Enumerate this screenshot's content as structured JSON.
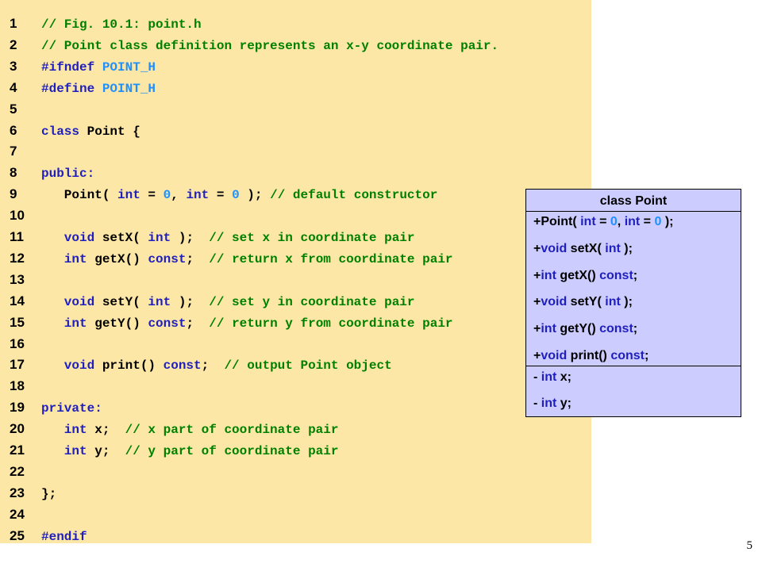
{
  "code_lines": [
    {
      "no": "1",
      "tokens": [
        {
          "t": "// Fig. 10.1: point.h",
          "c": "cm"
        }
      ]
    },
    {
      "no": "2",
      "tokens": [
        {
          "t": "// Point class definition represents an x-y coordinate pair.",
          "c": "cm"
        }
      ]
    },
    {
      "no": "3",
      "tokens": [
        {
          "t": "#ifndef ",
          "c": "kw"
        },
        {
          "t": "POINT_H",
          "c": "pp"
        }
      ]
    },
    {
      "no": "4",
      "tokens": [
        {
          "t": "#define ",
          "c": "kw"
        },
        {
          "t": "POINT_H",
          "c": "pp"
        }
      ]
    },
    {
      "no": "5",
      "tokens": []
    },
    {
      "no": "6",
      "tokens": [
        {
          "t": "class ",
          "c": "kw"
        },
        {
          "t": "Point {",
          "c": "id"
        }
      ]
    },
    {
      "no": "7",
      "tokens": []
    },
    {
      "no": "8",
      "tokens": [
        {
          "t": "public:",
          "c": "kw"
        }
      ]
    },
    {
      "no": "9",
      "tokens": [
        {
          "t": "   Point( ",
          "c": "id"
        },
        {
          "t": "int",
          "c": "kw"
        },
        {
          "t": " = ",
          "c": "id"
        },
        {
          "t": "0",
          "c": "num"
        },
        {
          "t": ", ",
          "c": "id"
        },
        {
          "t": "int",
          "c": "kw"
        },
        {
          "t": " = ",
          "c": "id"
        },
        {
          "t": "0",
          "c": "num"
        },
        {
          "t": " ); ",
          "c": "id"
        },
        {
          "t": "// default constructor",
          "c": "cm"
        }
      ]
    },
    {
      "no": "10",
      "tokens": []
    },
    {
      "no": "11",
      "tokens": [
        {
          "t": "   void ",
          "c": "kw"
        },
        {
          "t": "setX( ",
          "c": "id"
        },
        {
          "t": "int",
          "c": "kw"
        },
        {
          "t": " );  ",
          "c": "id"
        },
        {
          "t": "// set x in coordinate pair",
          "c": "cm"
        }
      ]
    },
    {
      "no": "12",
      "tokens": [
        {
          "t": "   int ",
          "c": "kw"
        },
        {
          "t": "getX() ",
          "c": "id"
        },
        {
          "t": "const",
          "c": "kw"
        },
        {
          "t": ";  ",
          "c": "id"
        },
        {
          "t": "// return x from coordinate pair",
          "c": "cm"
        }
      ]
    },
    {
      "no": "13",
      "tokens": []
    },
    {
      "no": "14",
      "tokens": [
        {
          "t": "   void ",
          "c": "kw"
        },
        {
          "t": "setY( ",
          "c": "id"
        },
        {
          "t": "int",
          "c": "kw"
        },
        {
          "t": " );  ",
          "c": "id"
        },
        {
          "t": "// set y in coordinate pair",
          "c": "cm"
        }
      ]
    },
    {
      "no": "15",
      "tokens": [
        {
          "t": "   int ",
          "c": "kw"
        },
        {
          "t": "getY() ",
          "c": "id"
        },
        {
          "t": "const",
          "c": "kw"
        },
        {
          "t": ";  ",
          "c": "id"
        },
        {
          "t": "// return y from coordinate pair",
          "c": "cm"
        }
      ]
    },
    {
      "no": "16",
      "tokens": []
    },
    {
      "no": "17",
      "tokens": [
        {
          "t": "   void ",
          "c": "kw"
        },
        {
          "t": "print() ",
          "c": "id"
        },
        {
          "t": "const",
          "c": "kw"
        },
        {
          "t": ";  ",
          "c": "id"
        },
        {
          "t": "// output Point object",
          "c": "cm"
        }
      ]
    },
    {
      "no": "18",
      "tokens": []
    },
    {
      "no": "19",
      "tokens": [
        {
          "t": "private:",
          "c": "kw"
        }
      ]
    },
    {
      "no": "20",
      "tokens": [
        {
          "t": "   int ",
          "c": "kw"
        },
        {
          "t": "x;  ",
          "c": "id"
        },
        {
          "t": "// x part of coordinate pair",
          "c": "cm"
        }
      ]
    },
    {
      "no": "21",
      "tokens": [
        {
          "t": "   int ",
          "c": "kw"
        },
        {
          "t": "y;  ",
          "c": "id"
        },
        {
          "t": "// y part of coordinate pair",
          "c": "cm"
        }
      ]
    },
    {
      "no": "22",
      "tokens": []
    },
    {
      "no": "23",
      "tokens": [
        {
          "t": "};",
          "c": "id"
        }
      ]
    },
    {
      "no": "24",
      "tokens": []
    },
    {
      "no": "25",
      "tokens": [
        {
          "t": "#endif",
          "c": "kw"
        }
      ]
    }
  ],
  "uml": {
    "title": "class Point",
    "operations": [
      [
        {
          "t": "+Point( ",
          "c": "b"
        },
        {
          "t": "int",
          "c": "u"
        },
        {
          "t": " = ",
          "c": "b"
        },
        {
          "t": "0",
          "c": "n"
        },
        {
          "t": ", ",
          "c": "b"
        },
        {
          "t": "int",
          "c": "u"
        },
        {
          "t": " = ",
          "c": "b"
        },
        {
          "t": "0",
          "c": "n"
        },
        {
          "t": " );",
          "c": "b"
        }
      ],
      [
        {
          "t": "+",
          "c": "b"
        },
        {
          "t": "void",
          "c": "u"
        },
        {
          "t": " setX( ",
          "c": "b"
        },
        {
          "t": "int",
          "c": "u"
        },
        {
          "t": " );",
          "c": "b"
        }
      ],
      [
        {
          "t": "+",
          "c": "b"
        },
        {
          "t": "int",
          "c": "u"
        },
        {
          "t": " getX() ",
          "c": "b"
        },
        {
          "t": "const",
          "c": "u"
        },
        {
          "t": ";",
          "c": "b"
        }
      ],
      [
        {
          "t": "+",
          "c": "b"
        },
        {
          "t": "void",
          "c": "u"
        },
        {
          "t": " setY( ",
          "c": "b"
        },
        {
          "t": "int",
          "c": "u"
        },
        {
          "t": " );",
          "c": "b"
        }
      ],
      [
        {
          "t": "+",
          "c": "b"
        },
        {
          "t": "int",
          "c": "u"
        },
        {
          "t": " getY() ",
          "c": "b"
        },
        {
          "t": "const",
          "c": "u"
        },
        {
          "t": ";",
          "c": "b"
        }
      ],
      [
        {
          "t": "+",
          "c": "b"
        },
        {
          "t": "void",
          "c": "u"
        },
        {
          "t": " print() ",
          "c": "b"
        },
        {
          "t": "const",
          "c": "u"
        },
        {
          "t": ";",
          "c": "b"
        }
      ]
    ],
    "attributes": [
      [
        {
          "t": "- ",
          "c": "b"
        },
        {
          "t": "int",
          "c": "u"
        },
        {
          "t": " x;",
          "c": "b"
        }
      ],
      [
        {
          "t": "- ",
          "c": "b"
        },
        {
          "t": "int",
          "c": "u"
        },
        {
          "t": " y;",
          "c": "b"
        }
      ]
    ]
  },
  "slide_number": "5",
  "colors": {
    "code_background": "#fde7a6",
    "keyword": "#1f1fbf",
    "comment": "#008000",
    "number": "#1e90ff",
    "uml_background": "#ccccff"
  }
}
